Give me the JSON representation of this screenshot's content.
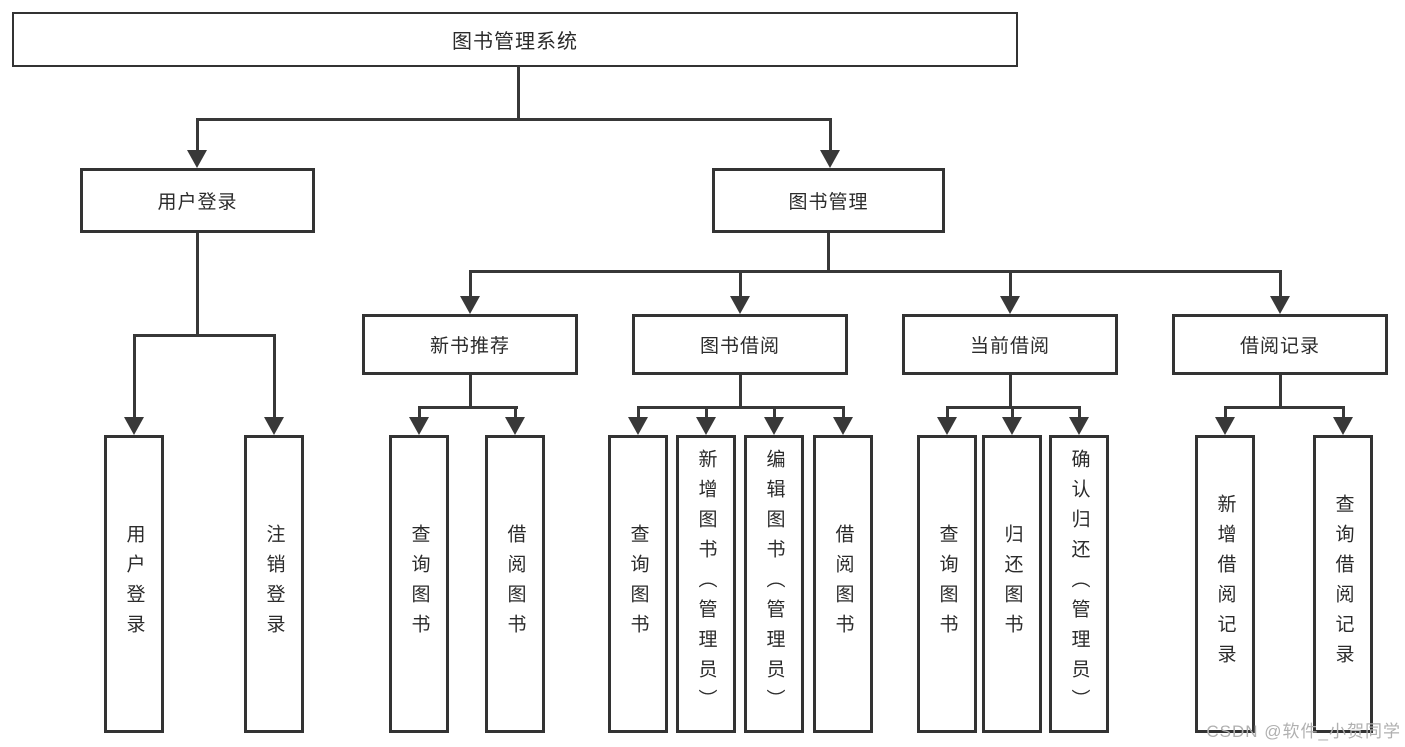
{
  "diagram": {
    "root": "图书管理系统",
    "level2": [
      {
        "label": "用户登录",
        "children": [
          "用户登录",
          "注销登录"
        ]
      },
      {
        "label": "图书管理",
        "children": [
          {
            "label": "新书推荐",
            "children": [
              "查询图书",
              "借阅图书"
            ]
          },
          {
            "label": "图书借阅",
            "children": [
              "查询图书",
              "新增图书（管理员）",
              "编辑图书（管理员）",
              "借阅图书"
            ]
          },
          {
            "label": "当前借阅",
            "children": [
              "查询图书",
              "归还图书",
              "确认归还（管理员）"
            ]
          },
          {
            "label": "借阅记录",
            "children": [
              "新增借阅记录",
              "查询借阅记录"
            ]
          }
        ]
      }
    ]
  },
  "colors": {
    "line": "#383838",
    "border": "#333333",
    "text": "#2b2b2b",
    "watermark": "#b0b0b0"
  },
  "watermark": {
    "text": "CSDN @软件_小贺同学"
  }
}
